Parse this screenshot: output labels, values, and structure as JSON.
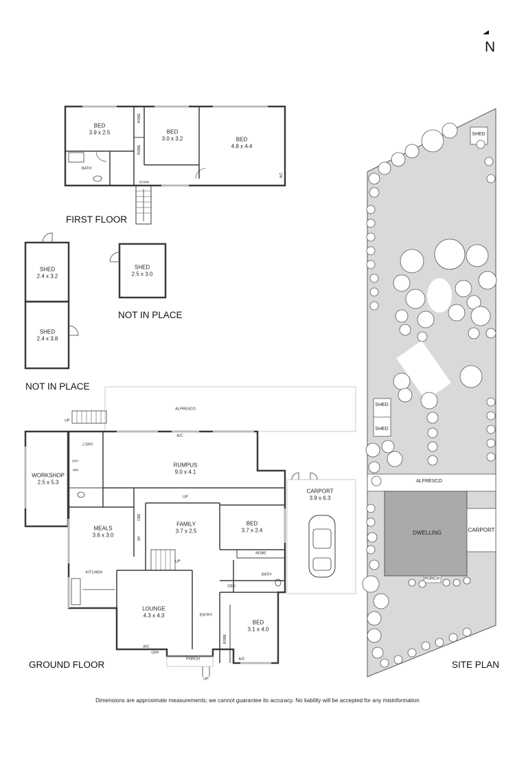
{
  "headings": {
    "first_floor": "FIRST FLOOR",
    "ground_floor": "GROUND FLOOR",
    "site_plan": "SITE PLAN",
    "not_in_place_1": "NOT IN PLACE",
    "not_in_place_2": "NOT IN PLACE",
    "north": "N"
  },
  "first_floor": {
    "bed1": "BED\n3.9 x 2.5",
    "bed2": "BED\n3.0 x 3.2",
    "bed3": "BED\n4.8 x 4.4",
    "bath": "BATH",
    "robe1": "ROBE",
    "robe2": "ROBE",
    "down": "DOWN",
    "ac": "A/C"
  },
  "sheds": {
    "shed1": "SHED\n2.4 x 3.2",
    "shed2": "SHED\n2.4 x 3.8",
    "shed3": "SHED\n2.5 x 3.0"
  },
  "ground_floor": {
    "alfresco": "ALFRESCO",
    "up_stairs": "UP",
    "ldry": "L'DRY",
    "dry": "DRY",
    "wm": "WM",
    "ac_rumpus": "A/C",
    "rumpus": "RUMPUS\n9.0 x 4.1",
    "workshop": "WORKSHOP\n2.5 x 5.3",
    "up_family": "UP",
    "carport": "CARPORT\n3.9 x 6.3",
    "meals": "MEALS\n3.6 x 3.0",
    "family": "FAMILY\n3.7 x 2.5",
    "bed_a": "BED\n3.7 x 2.4",
    "cbd1": "CBD",
    "sh": "SH",
    "robe_a": "ROBE",
    "up_inner": "UP",
    "kitchen": "KITCHEN",
    "bath": "BATH",
    "cbd2": "CBD",
    "lounge": "LOUNGE\n4.3 x 4.3",
    "entry": "ENTRY",
    "bed_b": "BED\n3.1 x 4.0",
    "robe_b": "ROBE",
    "ac_lounge": "A/C",
    "ofp": "OFP",
    "ac_bed": "A/C",
    "porch": "PORCH",
    "up_porch": "UP"
  },
  "site_plan": {
    "shed_top": "SHED",
    "shed_mid1": "SHED",
    "shed_mid2": "SHED",
    "alfresco": "ALFRESCO",
    "dwelling": "DWELLING",
    "carport": "CARPORT",
    "porch": "PORCH"
  },
  "disclaimer": "Dimensions are approximate measurements; we cannot guarantee its accuracy. No liability will be accepted for any misinformation",
  "colors": {
    "wall": "#3a3a3a",
    "site_fill": "#d9d9d9",
    "dwelling_fill": "#aaaaaa",
    "tree_stroke": "#555555"
  }
}
